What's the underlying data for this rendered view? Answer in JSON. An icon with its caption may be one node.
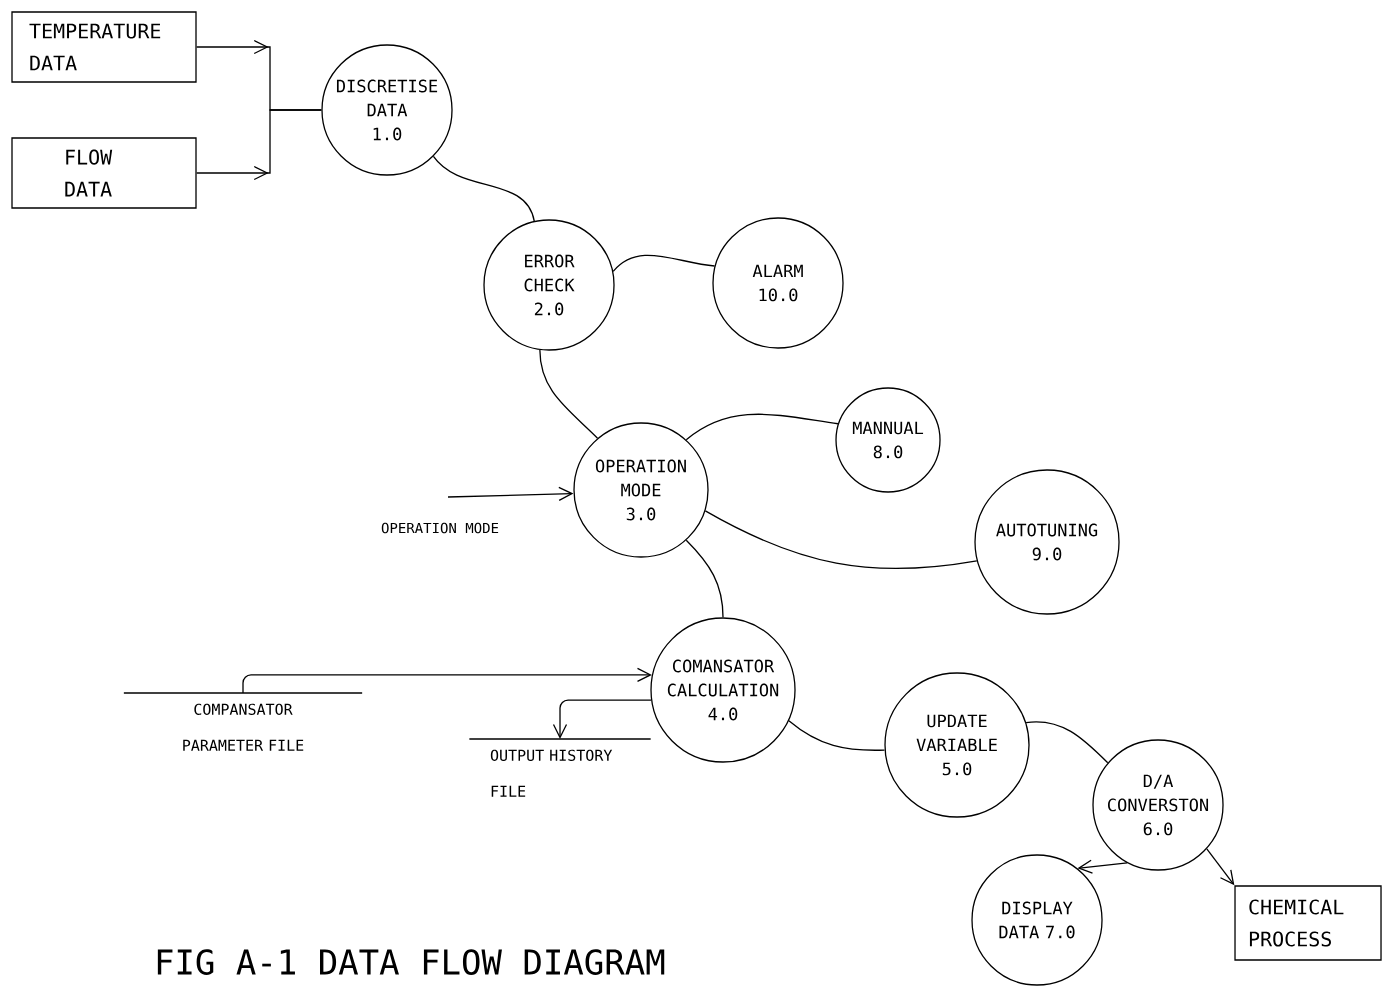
{
  "diagram": {
    "title": "FIG A-1  DATA FLOW DIAGRAM",
    "nodes": [
      {
        "text": [
          "TEMPERATURE DATA"
        ]
      },
      {
        "text": [
          "FLOW DATA"
        ]
      },
      {
        "text": [
          "DISCRETISE DATA",
          "1.0"
        ]
      },
      {
        "text": [
          "ERROR CHECK",
          "2.0"
        ]
      },
      {
        "text": [
          "ALARM",
          "10.0"
        ]
      },
      {
        "text": [
          "OPERATION MODE",
          "3.0"
        ]
      },
      {
        "text": [
          "MANNUAL",
          "8.0"
        ]
      },
      {
        "text": [
          "AUTOTUNING",
          "9.0"
        ]
      },
      {
        "text": [
          "COMANSATOR CALCULATION",
          "4.0"
        ]
      },
      {
        "text": [
          "COMPANSATOR PARAMETER FILE"
        ]
      },
      {
        "text": [
          "OUTPUT HISTORY FILE"
        ]
      },
      {
        "text": [
          "UPDATE VARIABLE",
          "5.0"
        ]
      },
      {
        "text": [
          "D/A CONVERSTON",
          "6.0"
        ]
      },
      {
        "text": [
          "DISPLAY DATA 7.0"
        ]
      },
      {
        "text": [
          "CHEMICAL PROCESS"
        ]
      }
    ],
    "edges": [
      {
        "from": 0,
        "to": 2,
        "arrow": "to"
      },
      {
        "from": 1,
        "to": 2,
        "arrow": "to"
      },
      {
        "from": 2,
        "to": 3,
        "arrow": "none"
      },
      {
        "from": 3,
        "to": 4,
        "arrow": "none"
      },
      {
        "from": 3,
        "to": 5,
        "arrow": "none"
      },
      {
        "from": null,
        "to": 5,
        "arrow": "to",
        "label": "OPERATION MODE"
      },
      {
        "from": 5,
        "to": 6,
        "arrow": "none"
      },
      {
        "from": 5,
        "to": 7,
        "arrow": "none"
      },
      {
        "from": 5,
        "to": 8,
        "arrow": "none"
      },
      {
        "from": 9,
        "to": 8,
        "arrow": "to"
      },
      {
        "from": 8,
        "to": 10,
        "arrow": "to"
      },
      {
        "from": 8,
        "to": 11,
        "arrow": "none"
      },
      {
        "from": 11,
        "to": 12,
        "arrow": "none"
      },
      {
        "from": 12,
        "to": 13,
        "arrow": "to"
      },
      {
        "from": 12,
        "to": 14,
        "arrow": "to"
      }
    ]
  }
}
